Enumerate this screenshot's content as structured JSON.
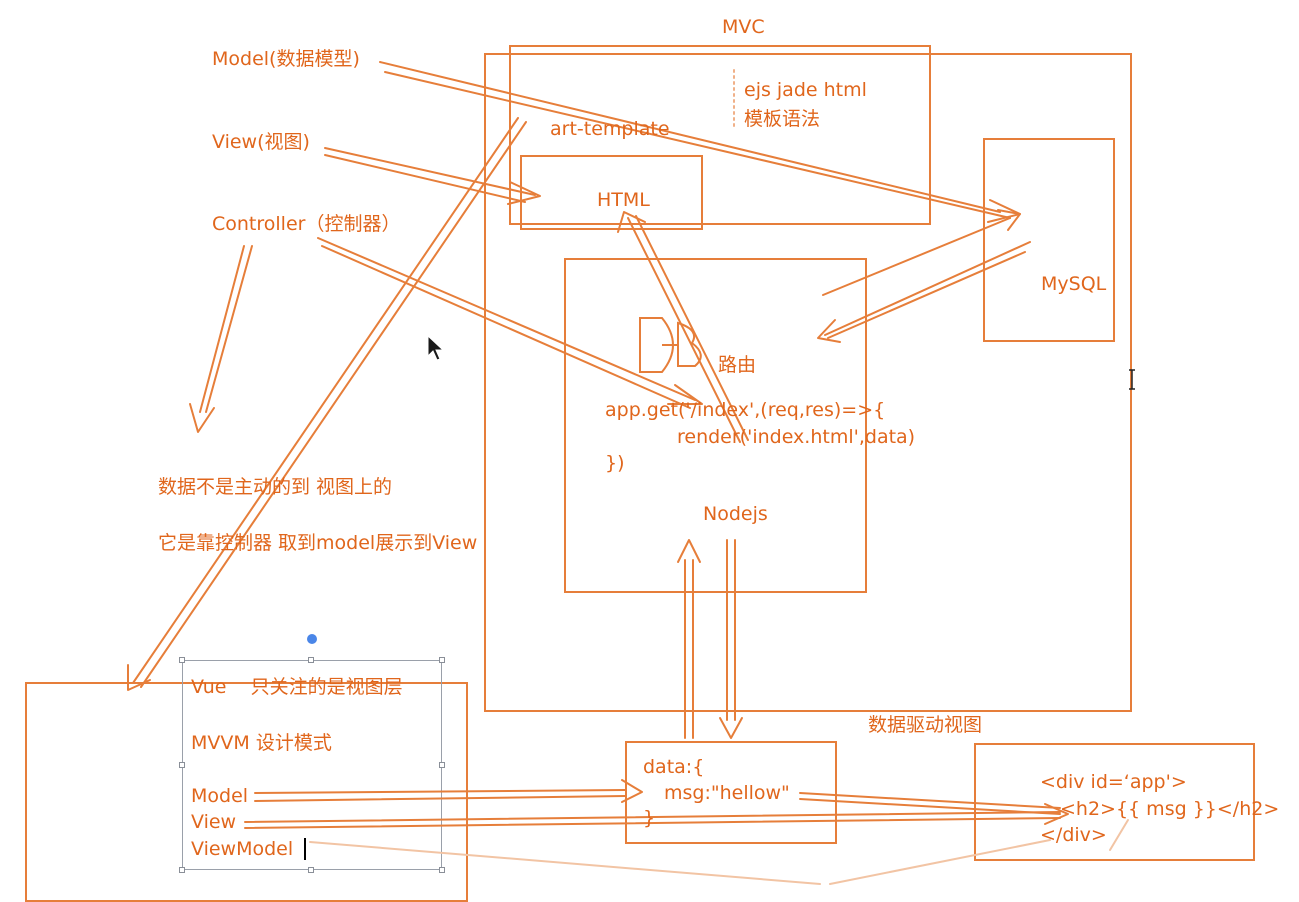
{
  "colors": {
    "stroke": "#e67e3a",
    "text": "#e0661c",
    "selection": "#9aa0aa",
    "selection_dot": "#4a86e8"
  },
  "labels": {
    "mvc": "MVC",
    "model": "Model(数据模型)",
    "view": "View(视图)",
    "controller": "Controller（控制器）",
    "template_engines": "ejs jade html",
    "template_syntax": "模板语法",
    "art_template": "art-template",
    "html": "HTML",
    "mysql": "MySQL",
    "routing": "路由",
    "code_line1": "app.get('/index',(req,res)=>{",
    "code_line2": "render('index.html',data)",
    "code_line3": "})",
    "nodejs": "Nodejs",
    "note_line1": "数据不是主动的到 视图上的",
    "note_line2": "它是靠控制器 取到model展示到View",
    "data_driven_view": "数据驱动视图",
    "data_line1": "data:{",
    "data_line2": "msg:\"hellow\"",
    "data_line3": "}",
    "html_line1": "<div id=‘app'>",
    "html_line2": "<h2>{{ msg }}</h2>",
    "html_line3": "</div>",
    "vue_line": "Vue    只关注的是视图层",
    "mvvm_line": "MVVM 设计模式",
    "mvvm_model": "Model",
    "mvvm_view": "View",
    "mvvm_viewmodel": "ViewModel"
  },
  "icons": {
    "router": "router-icon",
    "cursor": "mouse-pointer-icon",
    "text_cursor": "text-cursor-icon"
  }
}
